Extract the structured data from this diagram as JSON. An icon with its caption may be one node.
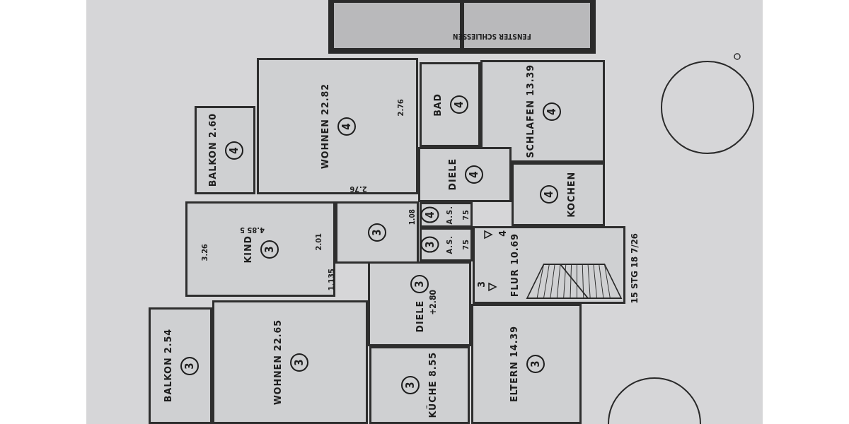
{
  "diagram": {
    "nodes": [
      {
        "text": [
          "BALKON 2.60",
          "4"
        ]
      },
      {
        "text": [
          "WOHNEN 22.82",
          "4"
        ]
      },
      {
        "text": [
          "BAD",
          "4"
        ]
      },
      {
        "text": [
          "SCHLAFEN 13.39",
          "4"
        ]
      },
      {
        "text": [
          "DIELE",
          "4"
        ]
      },
      {
        "text": [
          "KOCHEN",
          "4"
        ]
      },
      {
        "text": [
          "4",
          "A.S.",
          "75"
        ]
      },
      {
        "text": [
          "KIND",
          "3"
        ]
      },
      {
        "text": [
          "3"
        ]
      },
      {
        "text": [
          "3",
          "A.S.",
          "75"
        ]
      },
      {
        "text": [
          "FLUR 10.69"
        ],
        "beside": [
          "15 STG 18 7/26"
        ]
      },
      {
        "text": [
          "3",
          "DIELE"
        ]
      },
      {
        "text": [
          "BALKON 2.54",
          "3"
        ]
      },
      {
        "text": [
          "WOHNEN 22.65",
          "3"
        ]
      },
      {
        "text": [
          "KÜCHE 8.55",
          "3"
        ]
      },
      {
        "text": [
          "ELTERN 14.39",
          "3"
        ]
      }
    ],
    "labels": [
      "FENSTER SCHLIESSEN",
      "2.76",
      "2.76",
      "4.85 5",
      "3.26",
      "2.01",
      "1.135",
      "1.08",
      "+2.80",
      "4",
      "3"
    ]
  }
}
